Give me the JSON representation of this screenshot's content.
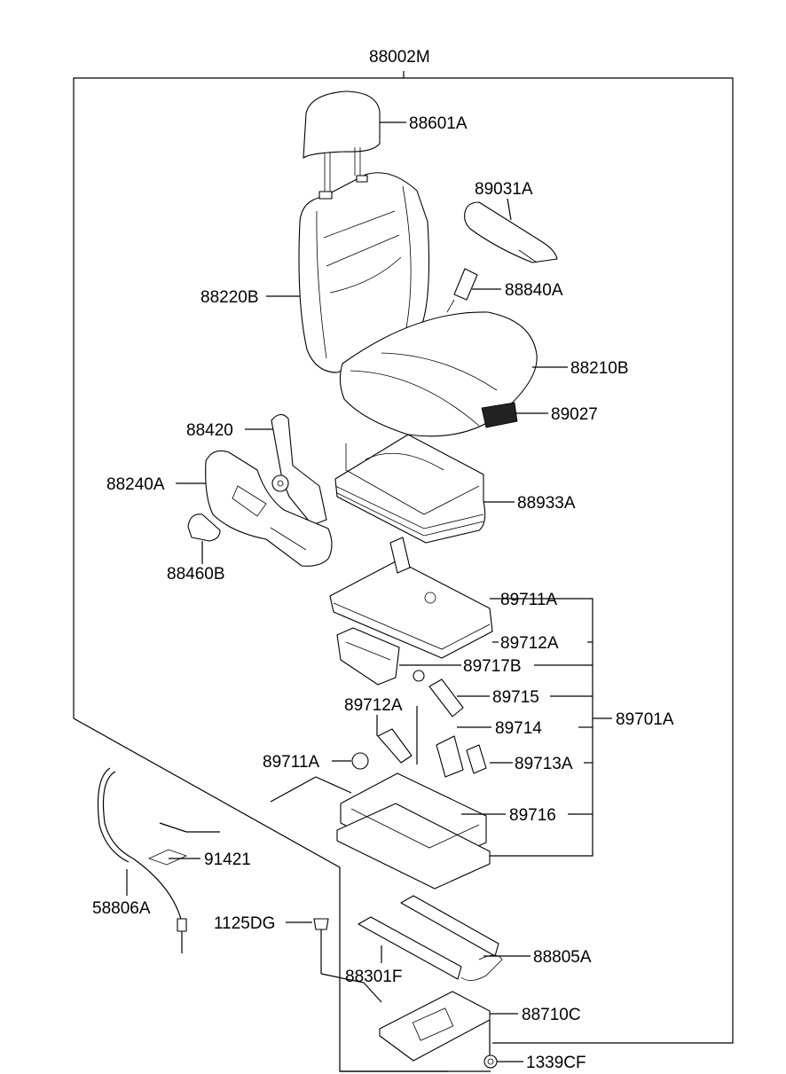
{
  "labels": {
    "assembly": "88002M",
    "headrest": "88601A",
    "armrest": "89031A",
    "buckle": "88840A",
    "back_cover": "88220B",
    "cushion_cover": "88210B",
    "cushion_part": "89027",
    "recliner": "88420",
    "side_shield": "88240A",
    "cushion_frame": "88933A",
    "knob": "88460B",
    "track_upper": "89711A",
    "track_mid": "89712A",
    "lumbar": "89717B",
    "actuator": "89715",
    "frame_assy": "89701A",
    "link_left": "89712A",
    "motor": "89714",
    "bracket_left": "89711A",
    "bracket_right": "89713A",
    "base_frame": "89716",
    "cable": "58806A",
    "sensor": "91421",
    "bolt": "1125DG",
    "rail_track": "88805A",
    "rail_lower": "88301F",
    "plate": "88710C",
    "nut": "1339CF"
  }
}
